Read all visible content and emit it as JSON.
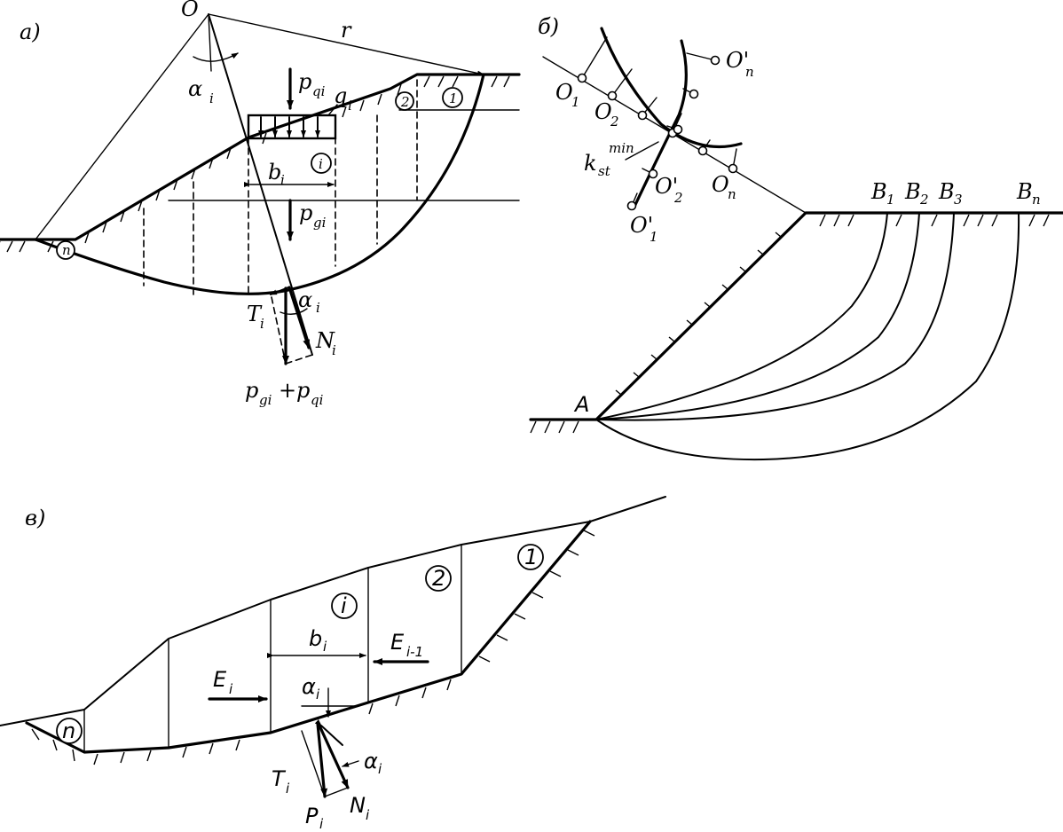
{
  "panel_a": {
    "tag": "а)",
    "center": "O",
    "radius": "r",
    "alpha": "α",
    "alpha_sub": "i",
    "p_q": "p",
    "p_q_sub": "qi",
    "q": "q",
    "q_sub": "i",
    "b": "b",
    "b_sub": "i",
    "p_g": "p",
    "p_g_sub": "gi",
    "t": "T",
    "t_sub": "i",
    "n": "N",
    "n_sub": "i",
    "alpha2": "α",
    "alpha2_sub": "i",
    "sum_p1": "p",
    "sum_p1_sub": "gi",
    "sum_plus": "+",
    "sum_p2": "p",
    "sum_p2_sub": "qi",
    "slice_1": "1",
    "slice_2": "2",
    "slice_i": "i",
    "slice_n": "n"
  },
  "panel_b": {
    "tag": "б)",
    "o1": "O",
    "o1_sub": "1",
    "o2": "O",
    "o2_sub": "2",
    "on": "O",
    "on_sub": "n",
    "on_p": "O'",
    "on_p_sub": "n",
    "o2_p": "O'",
    "o2_p_sub": "2",
    "o1_p": "O'",
    "o1_p_sub": "1",
    "k": "k",
    "k_sub": "st",
    "k_sup": "min",
    "a": "A",
    "b1": "B",
    "b1_sub": "1",
    "b2": "B",
    "b2_sub": "2",
    "b3": "B",
    "b3_sub": "3",
    "bn": "B",
    "bn_sub": "n"
  },
  "panel_c": {
    "tag": "в)",
    "slice_1": "1",
    "slice_2": "2",
    "slice_i": "i",
    "slice_n": "n",
    "b": "b",
    "b_sub": "i",
    "e_im1": "E",
    "e_im1_sub": "i-1",
    "e_i": "E",
    "e_i_sub": "i",
    "alpha_top": "α",
    "alpha_top_sub": "i",
    "alpha_bot": "α",
    "alpha_bot_sub": "i",
    "t": "T",
    "t_sub": "i",
    "n": "N",
    "n_sub": "i",
    "p": "P",
    "p_sub": "i"
  }
}
